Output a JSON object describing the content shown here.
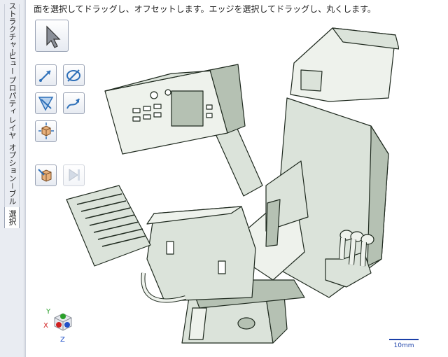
{
  "sidebar": {
    "tabs": [
      {
        "label": "ストラクチャー"
      },
      {
        "label": "ビュー"
      },
      {
        "label": "プロパティ"
      },
      {
        "label": "レイヤ"
      },
      {
        "label": "オプション－ブル"
      },
      {
        "label": "選択"
      }
    ],
    "active_tab": "選択"
  },
  "viewport": {
    "instruction": "面を選択してドラッグし、オフセットします。エッジを選択してドラッグし、丸くします。",
    "scale_label": "10mm"
  },
  "axis_triad": {
    "x": "X",
    "y": "Y",
    "z": "Z"
  },
  "tools": [
    {
      "icon": "select-arrow-icon"
    },
    {
      "icon": "select-line-icon"
    },
    {
      "icon": "select-loop-icon"
    },
    {
      "icon": "select-face-icon"
    },
    {
      "icon": "select-curve-icon"
    },
    {
      "icon": "select-body-icon"
    },
    {
      "icon": "component-icon"
    },
    {
      "icon": "play-icon"
    }
  ],
  "colors": {
    "model_face": "#dbe3da",
    "model_face_light": "#eef2ec",
    "model_face_dark": "#b5c1b3",
    "edge": "#1f2a1f",
    "accent": "#1a3fa8"
  }
}
